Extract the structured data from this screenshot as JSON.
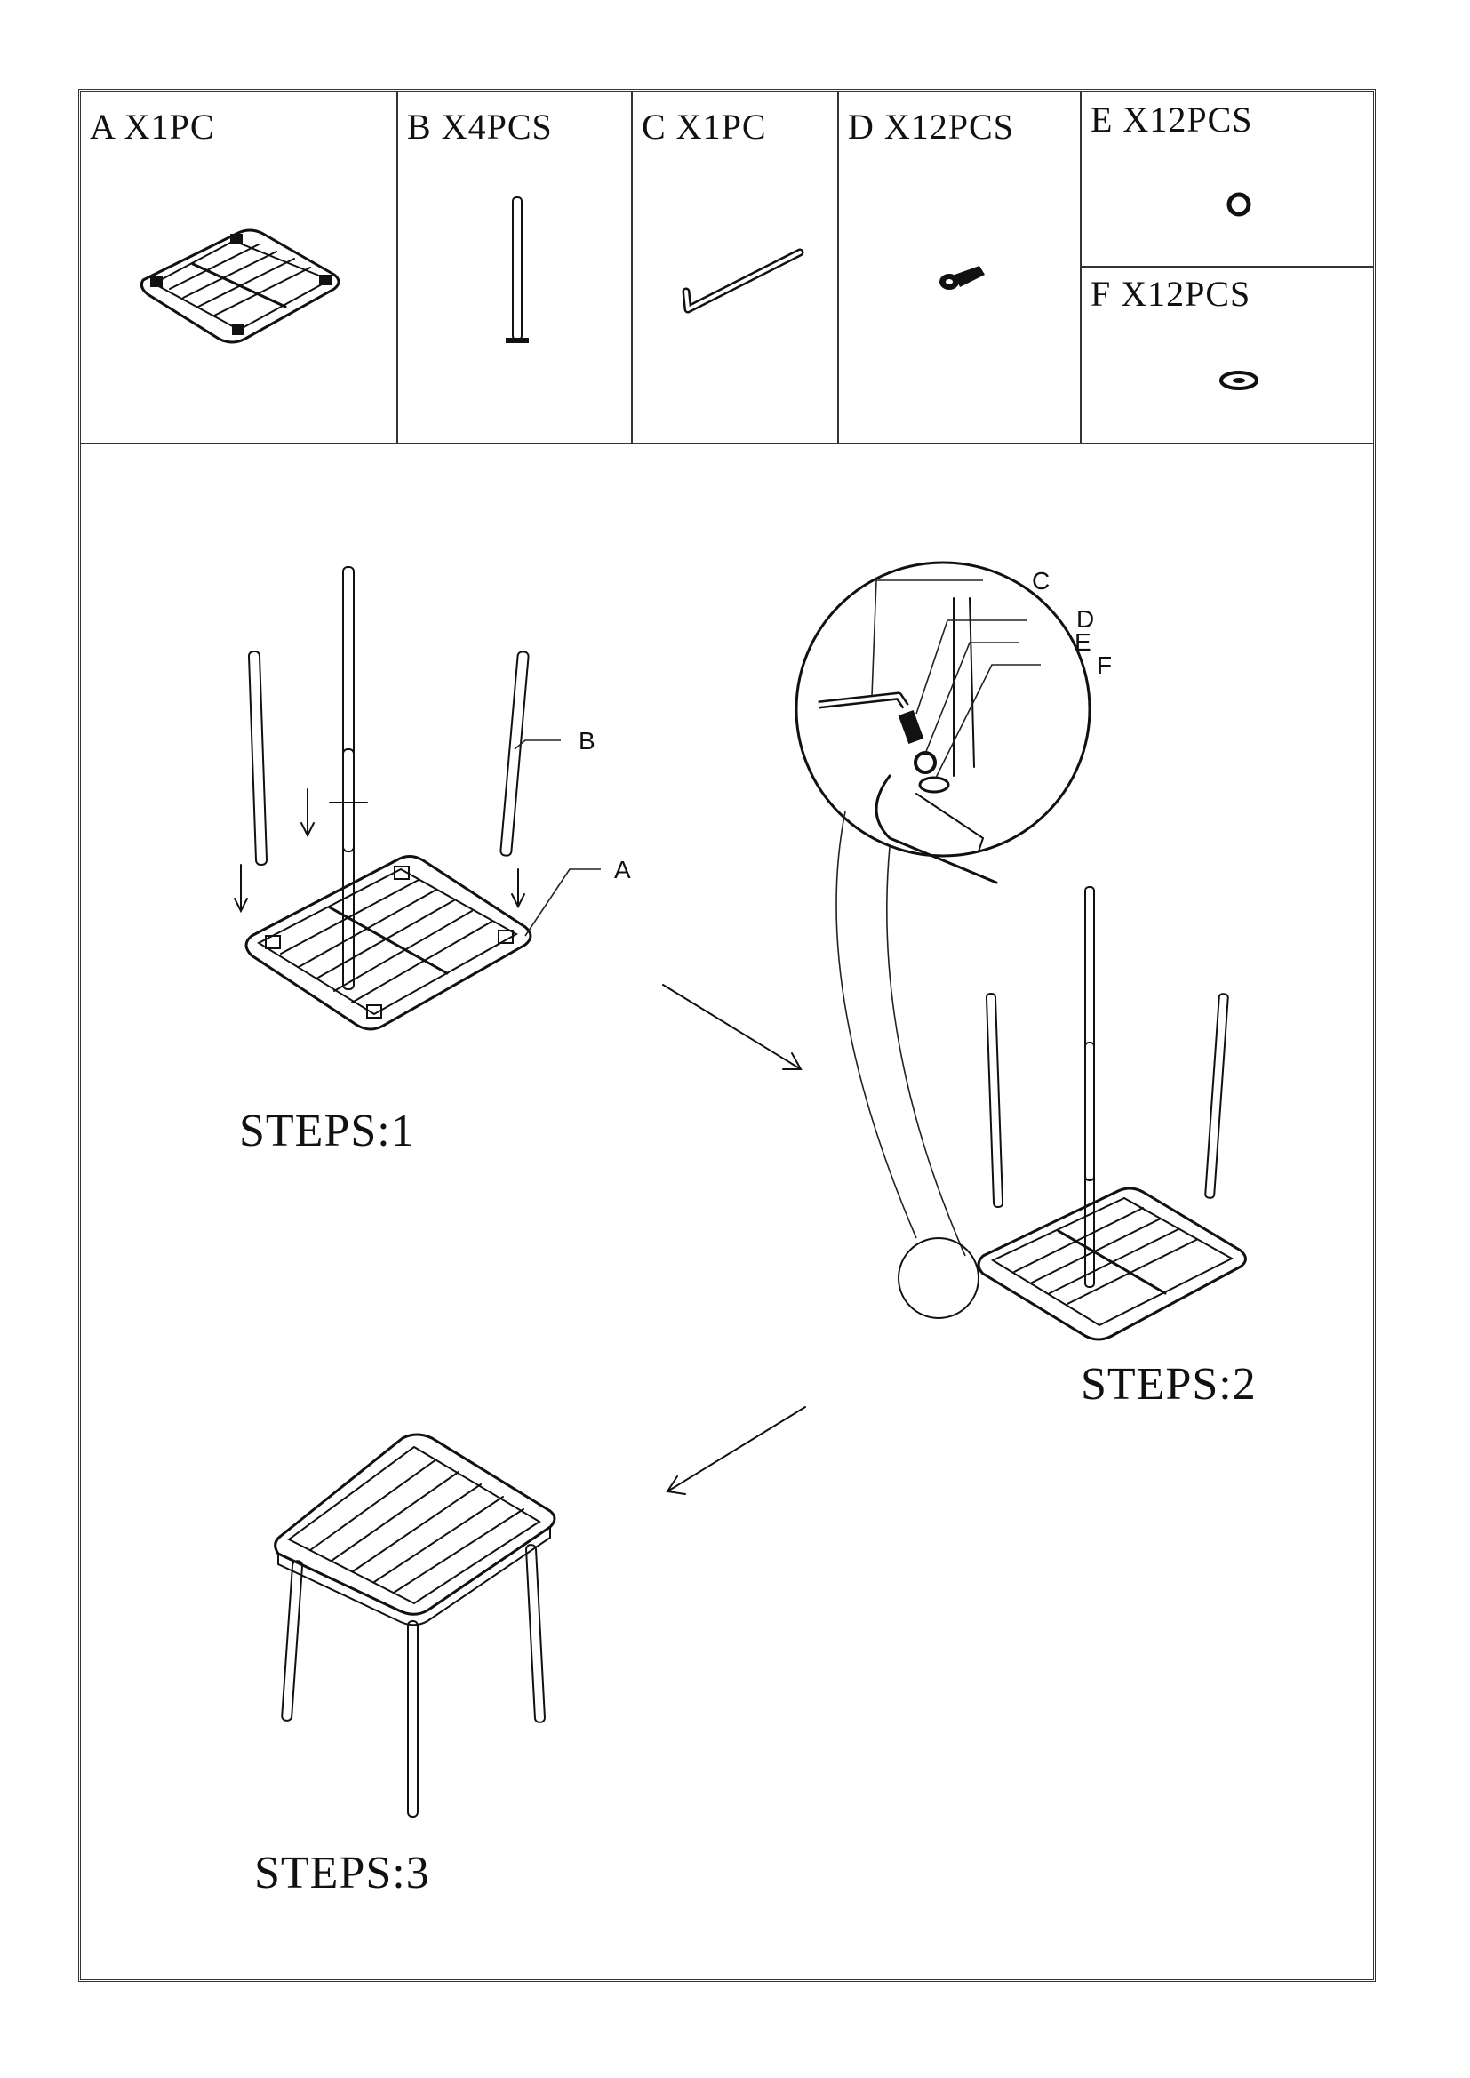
{
  "parts": [
    {
      "id": "A",
      "label": "A X1PC",
      "icon": "tabletop-icon"
    },
    {
      "id": "B",
      "label": "B X4PCS",
      "icon": "leg-icon"
    },
    {
      "id": "C",
      "label": "C X1PC",
      "icon": "allen-key-icon"
    },
    {
      "id": "D",
      "label": "D X12PCS",
      "icon": "bolt-icon"
    },
    {
      "id": "E",
      "label": "E X12PCS",
      "icon": "spring-washer-icon"
    },
    {
      "id": "F",
      "label": "F X12PCS",
      "icon": "flat-washer-icon"
    }
  ],
  "steps": [
    {
      "label": "STEPS:1",
      "callouts": [
        "B",
        "A"
      ]
    },
    {
      "label": "STEPS:2",
      "callouts": [
        "C",
        "D",
        "E",
        "F"
      ]
    },
    {
      "label": "STEPS:3"
    }
  ]
}
